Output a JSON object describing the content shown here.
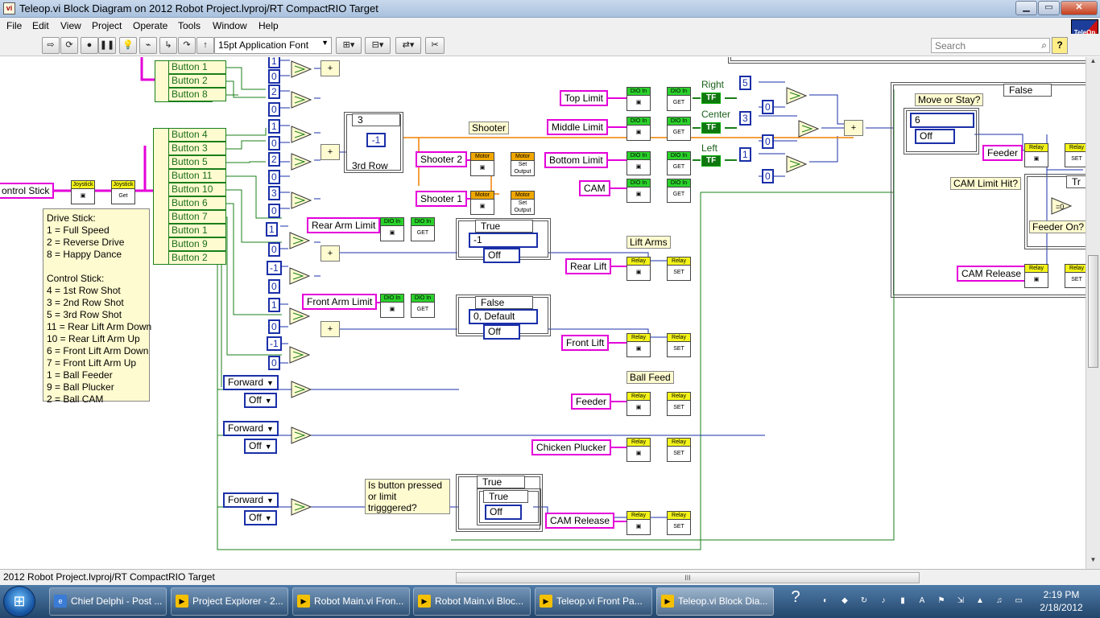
{
  "window": {
    "title": "Teleop.vi Block Diagram on 2012 Robot Project.lvproj/RT CompactRIO Target",
    "min": "▁",
    "max": "▭",
    "close": "✕"
  },
  "menu": [
    "File",
    "Edit",
    "View",
    "Project",
    "Operate",
    "Tools",
    "Window",
    "Help"
  ],
  "toolbar": {
    "font": "15pt Application Font",
    "search_placeholder": "Search",
    "help": "?",
    "vi_icon": "TeleOp"
  },
  "diagram": {
    "joystick_label": "ontrol Stick",
    "joystick_vi": {
      "head": "Joystick",
      "body": "Get"
    },
    "joystick_in": {
      "head": "Joystick"
    },
    "group1": [
      "Button 1",
      "Button 2",
      "Button 8"
    ],
    "group2": [
      "Button 4",
      "Button 3",
      "Button 5",
      "Button 11",
      "Button 10",
      "Button 6",
      "Button 7",
      "Button 1",
      "Button 9",
      "Button 2"
    ],
    "mapping_note": [
      "Drive Stick:",
      "1 = Full Speed",
      "2 = Reverse Drive",
      "8 = Happy Dance",
      "",
      "Control Stick:",
      "4 = 1st Row Shot",
      "3 = 2nd Row Shot",
      "5 = 3rd Row Shot",
      "11 = Rear Lift Arm Down",
      "10 = Rear Lift Arm Up",
      "6 = Front Lift Arm Down",
      "7 = Front Lift Arm Up",
      "1 = Ball Feeder",
      "9 = Ball Plucker",
      "2 = Ball CAM"
    ],
    "consts_col": [
      "1",
      "0",
      "2",
      "0",
      "1",
      "0",
      "2",
      "0",
      "3",
      "0",
      "1",
      "0",
      "-1",
      "0",
      "1",
      "0",
      "-1",
      "0"
    ],
    "shooter_case": {
      "selector": "3",
      "const": "-1",
      "label": "3rd Row"
    },
    "shooter_label": "Shooter",
    "shooter2": "Shooter 2",
    "shooter1": "Shooter 1",
    "motor_head": "Motor",
    "set_output": "Set Output",
    "dio_head": "DIO In",
    "dio_get": "GET",
    "relay_head": "Relay",
    "relay_set": "SET",
    "rear_arm_limit": "Rear Arm Limit",
    "front_arm_limit": "Front Arm Limit",
    "rear_case": {
      "selector": "True",
      "inner": "-1",
      "off": "Off"
    },
    "front_case": {
      "selector": "False",
      "inner": "0, Default",
      "off": "Off"
    },
    "lift_arms": "Lift Arms",
    "rear_lift": "Rear Lift",
    "front_lift": "Front Lift",
    "ball_feed": "Ball Feed",
    "feeder": "Feeder",
    "chicken_plucker": "Chicken Plucker",
    "cam_release": "CAM Release",
    "forward": "Forward",
    "off": "Off",
    "button_note": "Is button pressed or limit trigggered?",
    "cam_case": {
      "selector": "True",
      "inner": "True",
      "off": "Off"
    },
    "limits": [
      "Top Limit",
      "Middle Limit",
      "Bottom Limit",
      "CAM"
    ],
    "limit_labels": [
      "Right",
      "Center",
      "Left"
    ],
    "tf": "TF",
    "right_consts": [
      "5",
      "0",
      "3",
      "0",
      "1",
      "0"
    ],
    "move_case": {
      "selector": "False",
      "note": "Move or Stay?",
      "num": "6",
      "off": "Off"
    },
    "feeder_right": "Feeder",
    "cam_limit_hit": "CAM Limit Hit?",
    "feeder_on": "Feeder On?",
    "cam_release_right": "CAM Release",
    "right_inner_sel": "Tr"
  },
  "status": {
    "path": "2012 Robot Project.lvproj/RT CompactRIO Target",
    "scroll_grip": "III"
  },
  "taskbar": {
    "tasks": [
      "Chief Delphi - Post ...",
      "Project Explorer - 2...",
      "Robot Main.vi Fron...",
      "Robot Main.vi Bloc...",
      "Teleop.vi Front Pa...",
      "Teleop.vi Block Dia..."
    ],
    "time": "2:19 PM",
    "date": "2/18/2012"
  }
}
